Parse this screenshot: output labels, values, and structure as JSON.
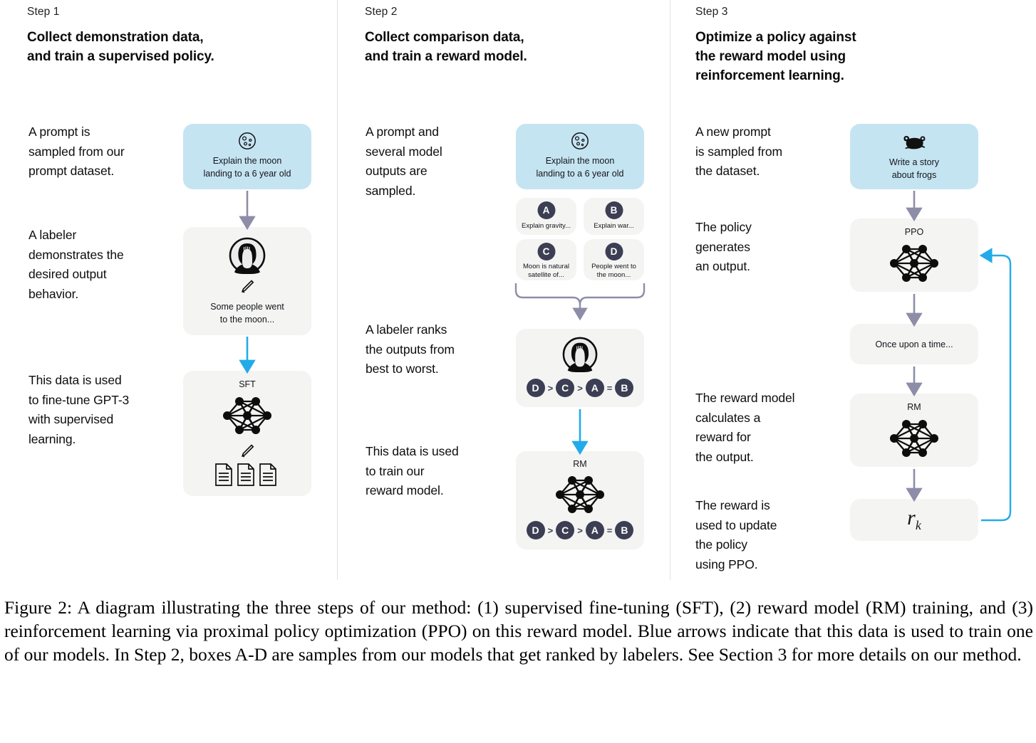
{
  "figure": {
    "columns": [
      {
        "step_label": "Step 1",
        "title_line1": "Collect demonstration data,",
        "title_line2": "and train a supervised policy.",
        "title_line3": "",
        "captions": [
          "A prompt is\nsampled from our\nprompt dataset.",
          "A labeler\ndemonstrates the\ndesired output\nbehavior.",
          "This data is used\nto fine-tune GPT-3\nwith supervised\nlearning."
        ],
        "prompt_box": {
          "icon": "moon-icon",
          "text_line1": "Explain the moon",
          "text_line2": "landing to a 6 year old"
        },
        "labeler_box": {
          "icon": "labeler-avatar-icon",
          "pencil": "pencil-icon",
          "text_line1": "Some people went",
          "text_line2": "to the moon..."
        },
        "model_box": {
          "label": "SFT",
          "network": "neural-network-icon",
          "pencil": "pencil-icon",
          "docs": "documents-icon"
        }
      },
      {
        "step_label": "Step 2",
        "title_line1": "Collect comparison data,",
        "title_line2": "and train a reward model.",
        "title_line3": "",
        "captions": [
          "A prompt and\nseveral model\noutputs are\nsampled.",
          "A labeler ranks\nthe outputs from\nbest to worst.",
          "This data is used\nto train our\nreward model."
        ],
        "prompt_box": {
          "icon": "moon-icon",
          "text_line1": "Explain the moon",
          "text_line2": "landing to a 6 year old"
        },
        "samples": [
          {
            "badge": "A",
            "text": "Explain gravity..."
          },
          {
            "badge": "B",
            "text": "Explain war..."
          },
          {
            "badge": "C",
            "text": "Moon is natural\nsatellite of..."
          },
          {
            "badge": "D",
            "text": "People went to\nthe moon..."
          }
        ],
        "ranking_box": {
          "icon": "labeler-avatar-icon",
          "ranking": [
            "D",
            ">",
            "C",
            ">",
            "A",
            "=",
            "B"
          ]
        },
        "reward_box": {
          "label": "RM",
          "network": "neural-network-icon",
          "ranking": [
            "D",
            ">",
            "C",
            ">",
            "A",
            "=",
            "B"
          ]
        }
      },
      {
        "step_label": "Step 3",
        "title_line1": "Optimize a policy against",
        "title_line2": "the reward model using",
        "title_line3": "reinforcement learning.",
        "captions": [
          "A new prompt\nis sampled from\nthe dataset.",
          "The policy\ngenerates\nan output.",
          "The reward model\ncalculates a\nreward for\nthe output.",
          "The reward is\nused to update\nthe policy\nusing PPO."
        ],
        "prompt_box": {
          "icon": "frog-icon",
          "text_line1": "Write a story",
          "text_line2": "about frogs"
        },
        "policy_box": {
          "label": "PPO",
          "network": "neural-network-icon"
        },
        "output_box": {
          "text": "Once upon a time..."
        },
        "reward_box": {
          "label": "RM",
          "network": "neural-network-icon"
        },
        "reward_value_box": {
          "symbol": "r",
          "subscript": "k"
        }
      }
    ]
  },
  "caption": "Figure 2: A diagram illustrating the three steps of our method: (1) supervised fine-tuning (SFT), (2) reward model (RM) training, and (3) reinforcement learning via proximal policy optimization (PPO) on this reward model. Blue arrows indicate that this data is used to train one of our models. In Step 2, boxes A-D are samples from our models that get ranked by labelers. See Section 3 for more details on our method.",
  "colors": {
    "prompt_blue": "#c5e4f2",
    "box_gray": "#f4f4f3",
    "arrow_gray": "#8d8da8",
    "arrow_blue": "#22abe8",
    "badge_navy": "#3c3f53",
    "divider": "#e2e2e5"
  }
}
